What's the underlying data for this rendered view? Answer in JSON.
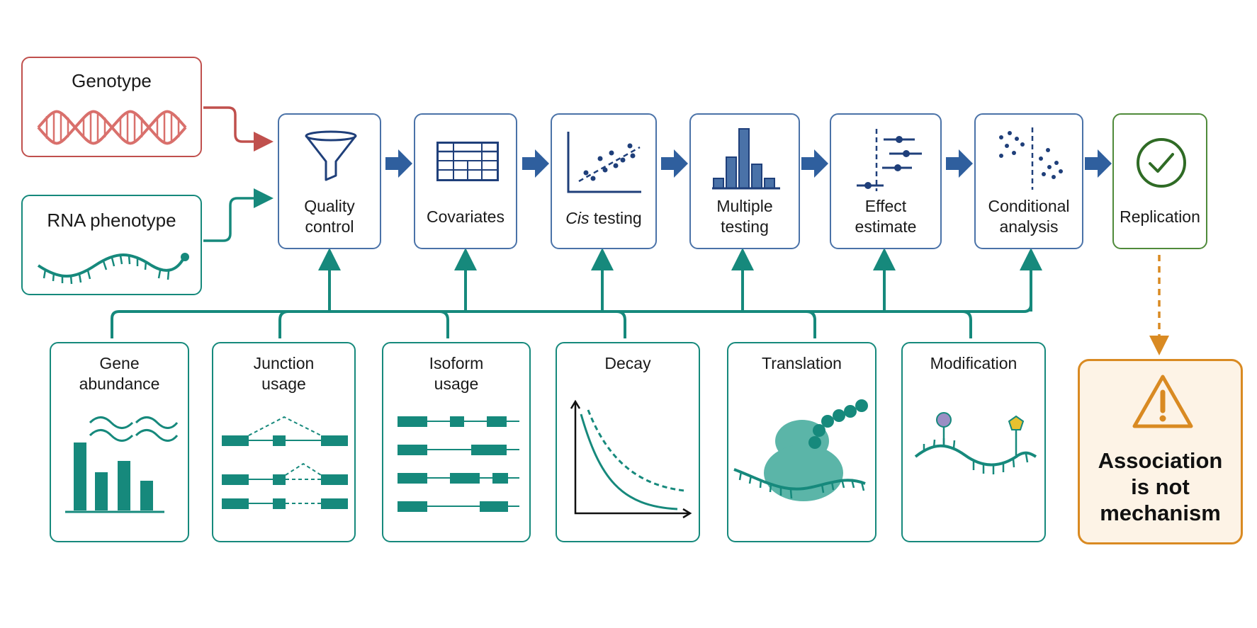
{
  "inputs": {
    "genotype": "Genotype",
    "rna_phenotype": "RNA phenotype"
  },
  "pipeline": [
    {
      "label": "Quality\ncontrol",
      "icon": "funnel-icon"
    },
    {
      "label": "Covariates",
      "icon": "table-icon"
    },
    {
      "label_italic": "Cis",
      "label_rest": " testing",
      "icon": "scatter-plot-icon"
    },
    {
      "label": "Multiple\ntesting",
      "icon": "histogram-icon"
    },
    {
      "label": "Effect\nestimate",
      "icon": "forest-plot-icon"
    },
    {
      "label": "Conditional\nanalysis",
      "icon": "split-scatter-icon"
    },
    {
      "label": "Replication",
      "icon": "checkmark-icon"
    }
  ],
  "layers": [
    {
      "label": "Gene\nabundance",
      "icon": "bar-chart-icon"
    },
    {
      "label": "Junction\nusage",
      "icon": "splice-junction-icon"
    },
    {
      "label": "Isoform\nusage",
      "icon": "isoform-icon"
    },
    {
      "label": "Decay",
      "icon": "decay-curve-icon"
    },
    {
      "label": "Translation",
      "icon": "ribosome-icon"
    },
    {
      "label": "Modification",
      "icon": "rna-modification-icon"
    }
  ],
  "caveat": {
    "text": "Association\nis not\nmechanism",
    "icon": "warning-icon"
  },
  "colors": {
    "genotype": "#c0504d",
    "rna": "#16897c",
    "pipeline": "#4a72a8",
    "replication": "#4f8a3a",
    "caveat": "#d98a22"
  }
}
